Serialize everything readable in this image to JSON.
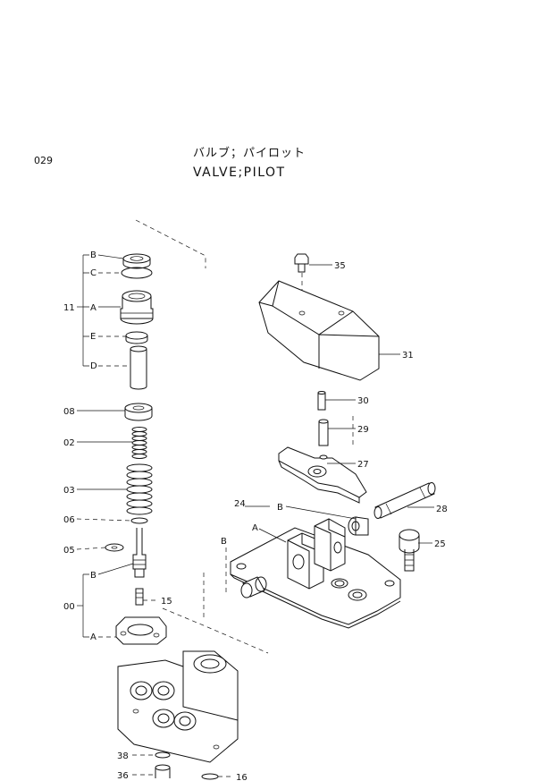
{
  "header": {
    "page_code": "029",
    "title_jp": "バルブ；パイロット",
    "title_en": "VALVE;PILOT"
  },
  "labels": {
    "B_top": "B",
    "C": "C",
    "n11": "11",
    "A_11": "A",
    "E": "E",
    "D": "D",
    "n08": "08",
    "n02": "02",
    "n03": "03",
    "n06": "06",
    "n05": "05",
    "B_00": "B",
    "n00": "00",
    "A_00": "A",
    "n15": "15",
    "n38": "38",
    "n36": "36",
    "n16": "16",
    "n35": "35",
    "n31": "31",
    "n30": "30",
    "n29": "29",
    "n27": "27",
    "n24": "24",
    "B_24": "B",
    "A_24": "A",
    "B_left": "B",
    "n28": "28",
    "n25": "25"
  }
}
